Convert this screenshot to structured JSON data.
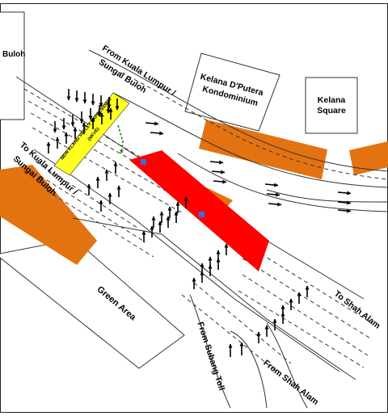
{
  "colors": {
    "building": "#e37311",
    "station_platform": "#ff0000",
    "expressway_label_bg": "#ffff22",
    "walkway": "#1a8a1a",
    "marker": "#3a6ee0",
    "arrow": "#000000"
  },
  "labels": {
    "buloh": "Buloh",
    "from_kl_1": "From Kuala Lumpur /",
    "from_kl_2": "Sungai Buloh",
    "to_kl_1": "To Kuala Lumpur /",
    "to_kl_2": "Sungai Buloh",
    "kelana_dputera_1": "Kelana D'Putera",
    "kelana_dputera_2": "Kondominium",
    "kelana_square_1": "Kelana",
    "kelana_square_2": "Square",
    "green_area": "Green Area",
    "expressway_1": "NEW KLANG VALLEY EXPRESSWAY",
    "expressway_2": "(NKVE)",
    "to_shah_alam": "To Shah Alam",
    "from_shah_alam": "From Shah Alam",
    "from_subang_toll": "From Subang Toll"
  },
  "icons": [
    "arrow-icon",
    "marker-icon",
    "walkway-arrow-icon"
  ]
}
